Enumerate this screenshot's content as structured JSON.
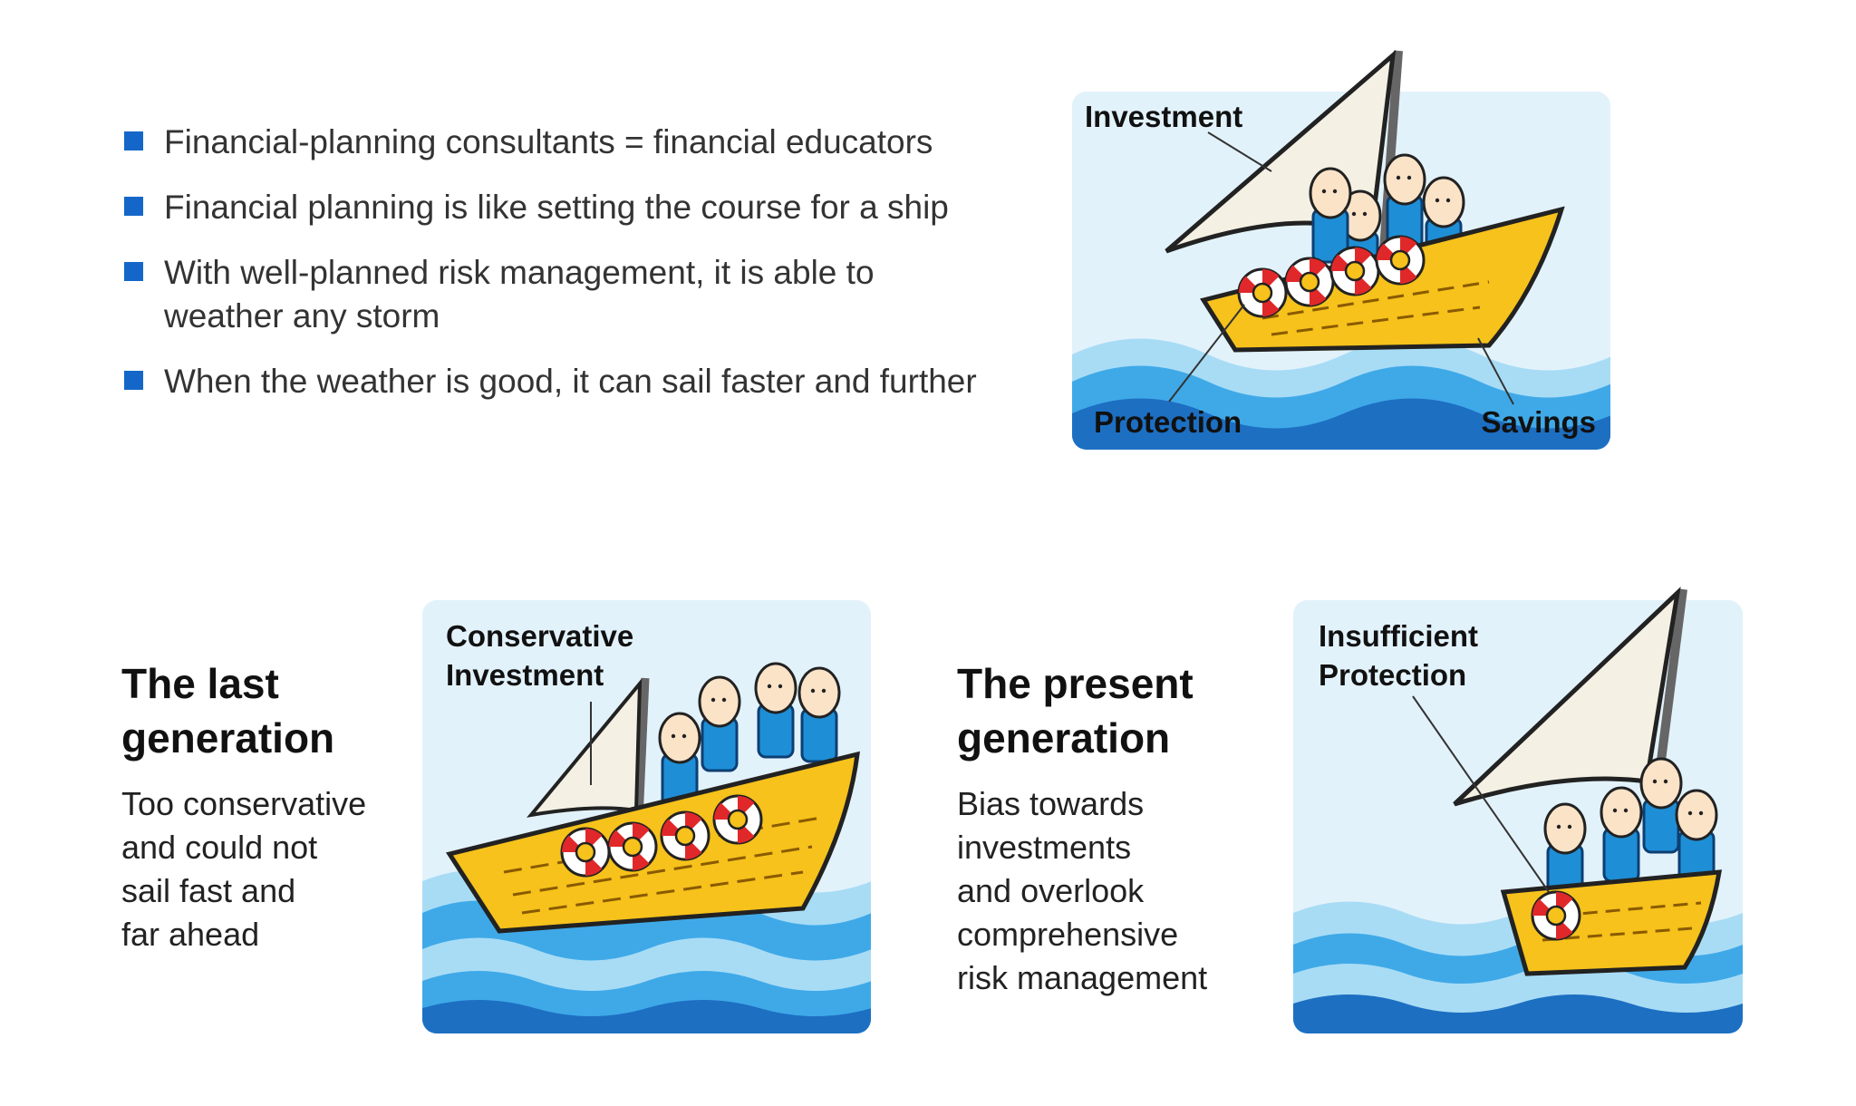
{
  "bullets": [
    "Financial-planning consultants = financial educators",
    "Financial planning is like setting the course for a ship",
    "With well-planned risk management, it is able to weather any storm",
    "When the weather is good, it can sail faster and further"
  ],
  "top_panel": {
    "label_investment": "Investment",
    "label_protection": "Protection",
    "label_savings": "Savings"
  },
  "last_generation": {
    "heading_line1": "The last",
    "heading_line2": "generation",
    "desc_lines": [
      "Too conservative",
      "and could not",
      "sail fast and",
      "far ahead"
    ],
    "panel_label_line1": "Conservative",
    "panel_label_line2": "Investment"
  },
  "present_generation": {
    "heading_line1": "The present",
    "heading_line2": "generation",
    "desc_lines": [
      "Bias towards",
      "investments",
      "and overlook",
      "comprehensive",
      "risk management"
    ],
    "panel_label_line1": "Insufficient",
    "panel_label_line2": "Protection"
  },
  "colors": {
    "bullet": "#1467c8",
    "sky": "#e2f2fb",
    "wave_light": "#a8dcf5",
    "wave_mid": "#3fa9e8",
    "wave_dark": "#1d6fc2",
    "boat": "#f6c21b",
    "sail": "#f4f1e4",
    "people": "#1e8fd6",
    "ring_red": "#e0282a"
  }
}
